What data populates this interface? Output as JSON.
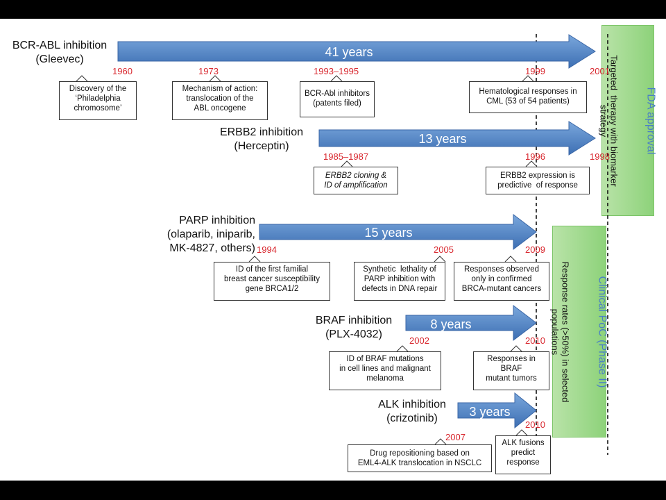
{
  "rows": [
    {
      "title": "BCR-ABL inhibition\n(Gleevec)",
      "arrow_label": "41 years",
      "years": [
        "1960",
        "1973",
        "1993–1995",
        "1999",
        "2001"
      ],
      "boxes": [
        "Discovery of the\n‘Philadelphia\nchromosome’",
        "Mechanism of action:\ntranslocation of the\nABL oncogene",
        "BCR-Abl inhibitors\n(patents filed)",
        "Hematological responses in\nCML (53 of 54 patients)"
      ]
    },
    {
      "title": "ERBB2 inhibition\n(Herceptin)",
      "arrow_label": "13 years",
      "years": [
        "1985–1987",
        "1996",
        "1998"
      ],
      "boxes": [
        "ERBB2 cloning &\nID of amplification",
        "ERBB2 expression is\npredictive  of response"
      ]
    },
    {
      "title": "PARP inhibition\n(olaparib, iniparib,\nMK-4827, others)",
      "arrow_label": "15 years",
      "years": [
        "1994",
        "2005",
        "2009"
      ],
      "boxes": [
        "ID of the first familial\nbreast cancer susceptibility\ngene BRCA1/2",
        "Synthetic  lethality of\nPARP inhibition with\ndefects in DNA repair",
        "Responses observed\nonly in confirmed\nBRCA-mutant cancers"
      ]
    },
    {
      "title": "BRAF inhibition\n(PLX-4032)",
      "arrow_label": "8 years",
      "years": [
        "2002",
        "2010"
      ],
      "boxes": [
        "ID of BRAF mutations\nin cell lines and malignant\nmelanoma",
        "Responses in\nBRAF\nmutant tumors"
      ]
    },
    {
      "title": "ALK inhibition\n(crizotinib)",
      "arrow_label": "3 years",
      "years": [
        "2007",
        "2010"
      ],
      "boxes": [
        "Drug repositioning based on\nEML4-ALK translocation in NSCLC",
        "ALK fusions\npredict\nresponse"
      ]
    }
  ],
  "side_panels": {
    "fda": {
      "title": "FDA approval",
      "subtitle": "Targeted  therapy with biomarker\nstrategy"
    },
    "poc": {
      "title": "Clinical PoC (Phase II)",
      "subtitle": "Response rates (>50%) in selected\npopulations"
    }
  },
  "colors": {
    "arrow_top": "#7aa7dc",
    "arrow_bottom": "#3d6fb3",
    "year": "#d8262d",
    "panel_green": "#a6dc92",
    "panel_title_blue": "#4a7fc6"
  }
}
